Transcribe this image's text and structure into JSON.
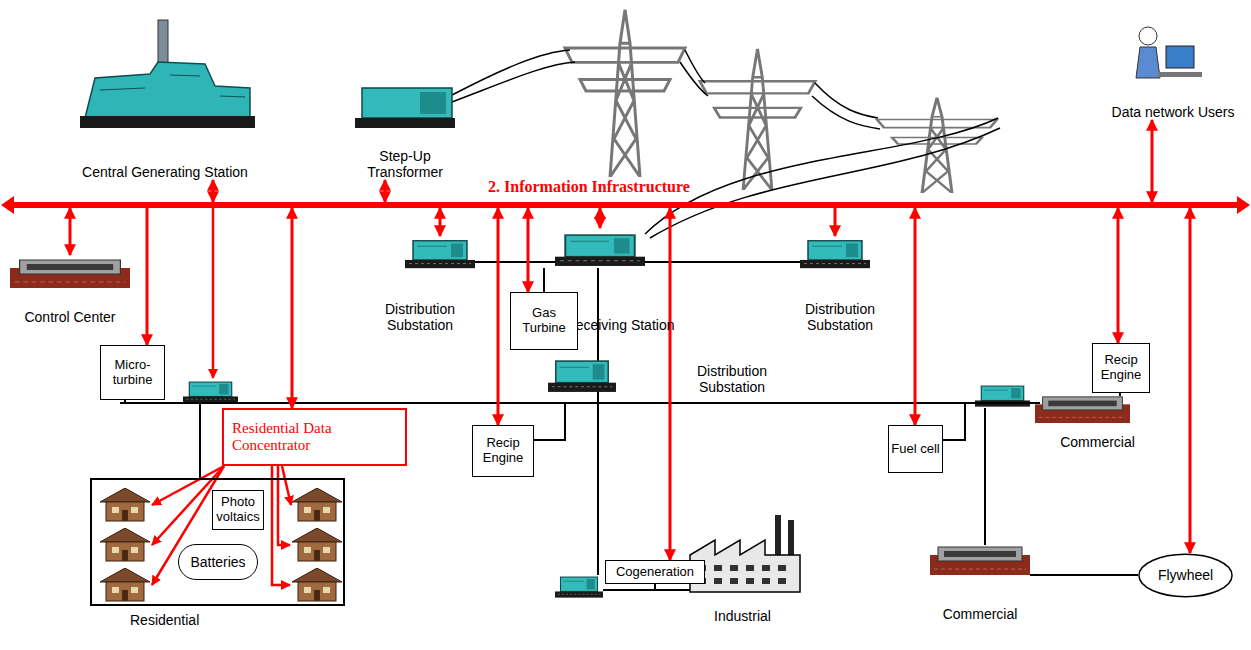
{
  "diagram": {
    "nodes": [
      {
        "text": [
          "Central Generating Station"
        ]
      },
      {
        "text": [
          "Step-Up Transformer"
        ]
      },
      {
        "text": [
          "Data network Users"
        ]
      },
      {
        "text": [
          "2. Information Infrastructure"
        ]
      },
      {
        "text": [
          "Control Center"
        ]
      },
      {
        "text": [
          "Distribution Substation"
        ]
      },
      {
        "text": [
          "Receiving Station"
        ]
      },
      {
        "text": [
          "Distribution Substation"
        ]
      },
      {
        "text": [
          "Gas Turbine"
        ]
      },
      {
        "text": [
          "Micro-turbine"
        ]
      },
      {
        "text": [
          "Residential Data Concentrator"
        ]
      },
      {
        "text": [
          "Distribution Substation"
        ]
      },
      {
        "text": [
          "Recip Engine"
        ]
      },
      {
        "text": [
          "Fuel cell"
        ]
      },
      {
        "text": [
          "Recip Engine"
        ]
      },
      {
        "text": [
          "Commercial"
        ]
      },
      {
        "text": [
          "Residential"
        ]
      },
      {
        "text": [
          "Photo voltaics"
        ],
        "in": 16
      },
      {
        "text": [
          "Batteries"
        ],
        "in": 16
      },
      {
        "text": [
          "Cogeneration"
        ]
      },
      {
        "text": [
          "Industrial"
        ]
      },
      {
        "text": [
          "Commercial"
        ]
      },
      {
        "text": [
          "Flywheel"
        ]
      }
    ],
    "edges": [
      {
        "from": 3,
        "to": 0,
        "arrow": "both"
      },
      {
        "from": 3,
        "to": 1,
        "arrow": "both"
      },
      {
        "from": 3,
        "to": 2,
        "arrow": "both"
      },
      {
        "from": 3,
        "to": 4,
        "arrow": "both"
      },
      {
        "from": 3,
        "to": 9,
        "arrow": "to"
      },
      {
        "from": 3,
        "to": 10,
        "arrow": "both"
      },
      {
        "from": 3,
        "to": 5,
        "arrow": "both"
      },
      {
        "from": 3,
        "to": 12,
        "arrow": "both"
      },
      {
        "from": 3,
        "to": 8,
        "arrow": "both"
      },
      {
        "from": 3,
        "to": 6,
        "arrow": "both"
      },
      {
        "from": 3,
        "to": 19,
        "arrow": "both"
      },
      {
        "from": 3,
        "to": 7,
        "arrow": "to"
      },
      {
        "from": 3,
        "to": 13,
        "arrow": "both"
      },
      {
        "from": 3,
        "to": 14,
        "arrow": "both"
      },
      {
        "from": 3,
        "to": 22,
        "arrow": "both"
      }
    ]
  }
}
